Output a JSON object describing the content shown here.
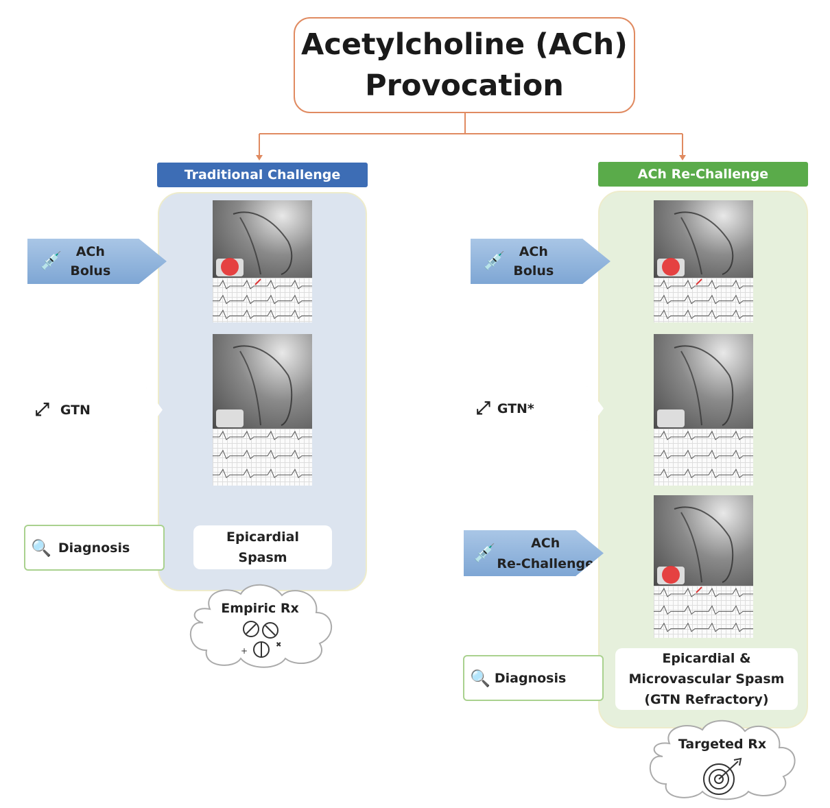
{
  "title": {
    "line1": "Acetylcholine (ACh)",
    "line2": "Provocation"
  },
  "colors": {
    "traditional": "#3d6db5",
    "rechallenge": "#5aab4a",
    "title_border": "#e08a60"
  },
  "left": {
    "header": "Traditional Challenge",
    "steps": [
      {
        "line1": "ACh",
        "line2": "Bolus",
        "icon": "syringe-icon"
      },
      {
        "label": "GTN",
        "icon": "dilate-arrows-icon"
      },
      {
        "label": "Diagnosis",
        "icon": "magnifier-icon"
      }
    ],
    "result": {
      "line1": "Epicardial",
      "line2": "Spasm"
    },
    "outcome": "Empiric Rx"
  },
  "right": {
    "header": "ACh Re-Challenge",
    "steps": [
      {
        "line1": "ACh",
        "line2": "Bolus",
        "icon": "syringe-icon"
      },
      {
        "label": "GTN*",
        "icon": "dilate-arrows-icon"
      },
      {
        "line1": "ACh",
        "line2": "Re-Challenge",
        "icon": "syringe-icon"
      },
      {
        "label": "Diagnosis",
        "icon": "magnifier-icon"
      }
    ],
    "result": {
      "line1": "Epicardial &",
      "line2": "Microvascular Spasm",
      "line3": "(GTN Refractory)"
    },
    "outcome": "Targeted Rx"
  }
}
